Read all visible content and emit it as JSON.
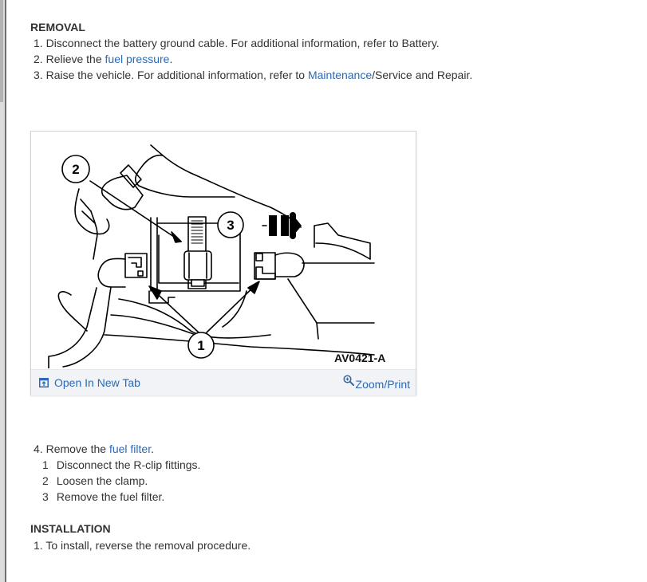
{
  "removal": {
    "heading": "REMOVAL",
    "steps": [
      {
        "num": "1.",
        "parts": [
          "Disconnect the battery ground cable. For additional information, refer to Battery."
        ]
      },
      {
        "num": "2.",
        "pre": "Relieve the ",
        "link": "fuel pressure",
        "post": "."
      },
      {
        "num": "3.",
        "pre": "Raise the vehicle. For additional information, refer to ",
        "link": "Maintenance",
        "post": "/Service and Repair."
      },
      {
        "num": "4.",
        "pre": "Remove the ",
        "link": "fuel filter",
        "post": ".",
        "substeps": [
          {
            "num": "1",
            "text": "Disconnect the R-clip fittings."
          },
          {
            "num": "2",
            "text": "Loosen the clamp."
          },
          {
            "num": "3",
            "text": "Remove the fuel filter."
          }
        ]
      }
    ]
  },
  "figure": {
    "label": "AV0421-A",
    "callouts": [
      "1",
      "2",
      "3"
    ],
    "open_new_tab": "Open In New Tab",
    "zoom_print": "Zoom/Print",
    "icons": {
      "open_new_tab": "open-new-tab-icon",
      "zoom_print": "magnifier-plus-icon"
    }
  },
  "installation": {
    "heading": "INSTALLATION",
    "steps": [
      {
        "num": "1.",
        "text": "To install, reverse the removal procedure."
      }
    ]
  },
  "colors": {
    "link": "#2a6ab8",
    "text": "#333333",
    "footer_bg": "#f1f3f6"
  }
}
